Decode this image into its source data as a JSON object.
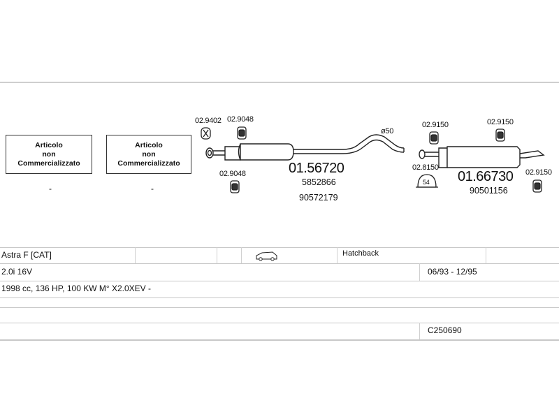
{
  "boxes": [
    {
      "line1": "Articolo",
      "line2": "non",
      "line3": "Commercializzato",
      "dash": "-"
    },
    {
      "line1": "Articolo",
      "line2": "non",
      "line3": "Commercializzato",
      "dash": "-"
    }
  ],
  "part_a": {
    "clamp_left_top": "02.9402",
    "clamp_right_top": "02.9048",
    "clamp_bottom": "02.9048",
    "diameter": "ø50",
    "part_number": "01.56720",
    "oem_1": "5852866",
    "oem_2": "90572179"
  },
  "part_b": {
    "clamp_left_top": "02.9150",
    "clamp_right_top": "02.9150",
    "gasket": "02.8150",
    "gasket_size": "54",
    "clamp_right_bottom": "02.9150",
    "part_number": "01.66730",
    "oem_1": "90501156"
  },
  "table": {
    "model": "Astra F  [CAT]",
    "body_type": "Hatchback",
    "engine": "2.0i 16V",
    "years": "06/93 - 12/95",
    "specs": "1998 cc, 136 HP, 100 KW M° X2.0XEV -",
    "code": "C250690"
  }
}
